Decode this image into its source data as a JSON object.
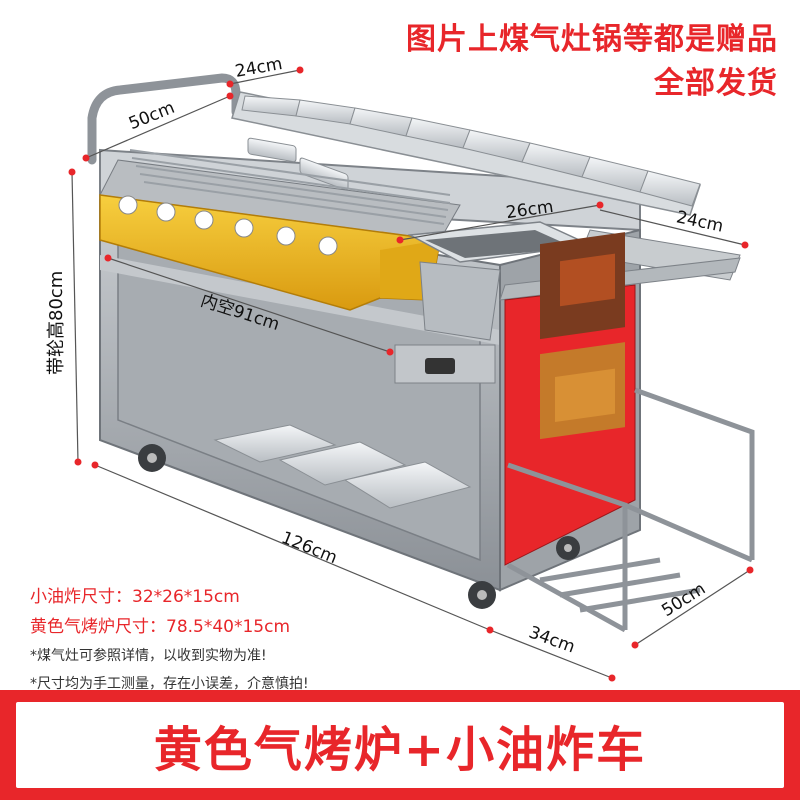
{
  "notice": {
    "line1": "图片上煤气灶锅等都是赠品",
    "line2": "全部发货"
  },
  "dimensions": {
    "shelf_depth_top": "24cm",
    "grill_depth": "50cm",
    "fryer_width": "26cm",
    "side_board_depth": "24cm",
    "inner_width": "内空91cm",
    "height_with_wheels": "带轮高80cm",
    "total_length": "126cm",
    "side_cabinet_width": "34cm",
    "rack_depth": "50cm"
  },
  "specs": {
    "fryer_size": "小油炸尺寸：32*26*15cm",
    "grill_size": "黄色气烤炉尺寸：78.5*40*15cm",
    "note1": "*煤气灶可参照详情，以收到实物为准!",
    "note2": "*尺寸均为手工测量，存在小误差，介意慎拍!"
  },
  "banner": {
    "title": "黄色气烤炉+小油炸车"
  },
  "colors": {
    "accent_red": "#e8262a",
    "steel": "#9aa0a6",
    "grill_yellow": "#f2b91e"
  }
}
